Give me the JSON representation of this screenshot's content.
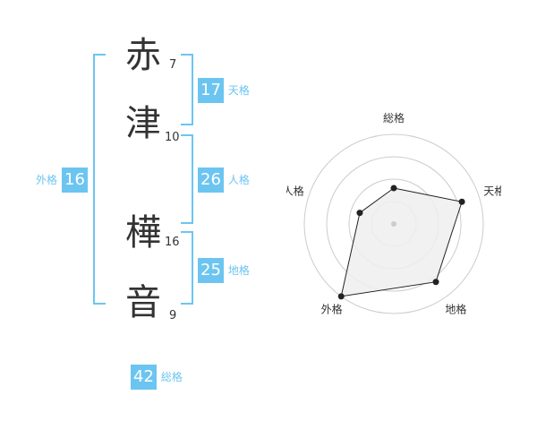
{
  "name": {
    "characters": [
      {
        "char": "赤",
        "strokes": "7"
      },
      {
        "char": "津",
        "strokes": "10"
      },
      {
        "char": "樺",
        "strokes": "16"
      },
      {
        "char": "音",
        "strokes": "9"
      }
    ]
  },
  "fortunes": {
    "tenkaku": {
      "value": "17",
      "label": "天格"
    },
    "jinkaku": {
      "value": "26",
      "label": "人格"
    },
    "chikaku": {
      "value": "25",
      "label": "地格"
    },
    "gaikaku": {
      "value": "16",
      "label": "外格"
    },
    "soukaku": {
      "value": "42",
      "label": "総格"
    }
  },
  "chart_data": {
    "type": "radar",
    "axes": [
      "総格",
      "天格",
      "地格",
      "外格",
      "人格"
    ],
    "values": [
      2,
      4,
      4,
      5,
      2
    ],
    "max": 5,
    "rings": 4,
    "colors": {
      "fill": "#eeeeee",
      "stroke": "#222222",
      "ring": "#cccccc",
      "center": "#cccccc"
    }
  },
  "colors": {
    "accent": "#6cc5f0"
  }
}
